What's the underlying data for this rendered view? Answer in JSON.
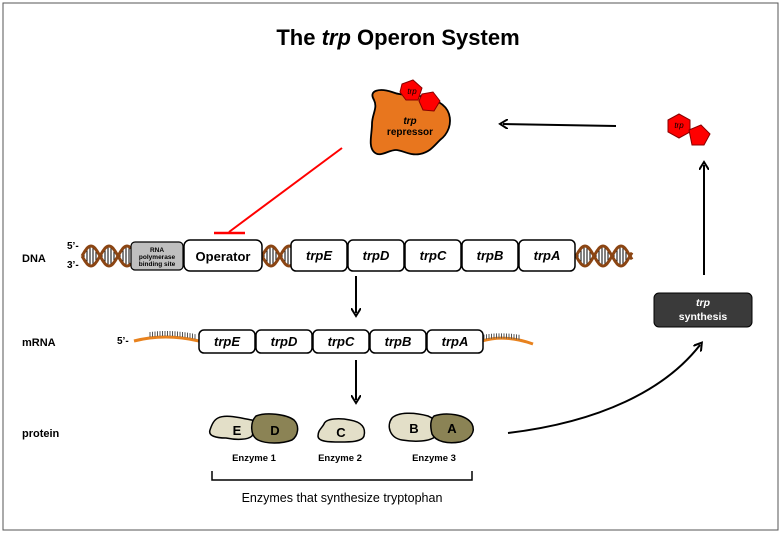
{
  "title": {
    "prefix": "The ",
    "italic": "trp",
    "suffix": " Operon System"
  },
  "colors": {
    "dna_backbone": "#8B4513",
    "dna_rungs": "#000000",
    "mrna_strand": "#E8821E",
    "repressor_fill": "#E8761E",
    "trp_fill": "#FF0000",
    "inhibition_line": "#FF0000",
    "synthesis_box": "#3A3A3A",
    "enzyme_light": "#E3DFC8",
    "enzyme_dark": "#8B8355",
    "rnap_site": "#BFBFBF"
  },
  "row_labels": {
    "dna": "DNA",
    "mrna": "mRNA",
    "protein": "protein"
  },
  "strand_labels": {
    "five_prime": "5’-",
    "three_prime": "3’-",
    "mrna_five_prime": "5’-"
  },
  "rnap_site": [
    "RNA",
    "polymerase",
    "binding site"
  ],
  "operator": "Operator",
  "dna_genes": [
    "trpE",
    "trpD",
    "trpC",
    "trpB",
    "trpA"
  ],
  "mrna_genes": [
    "trpE",
    "trpD",
    "trpC",
    "trpB",
    "trpA"
  ],
  "repressor": {
    "line1": "trp",
    "line2": "repressor",
    "trp_tag": "trp"
  },
  "free_trp": "trp",
  "synthesis": {
    "line1": "trp",
    "line2": "synthesis"
  },
  "enzymes": [
    {
      "name": "Enzyme 1",
      "subunits": [
        "E",
        "D"
      ]
    },
    {
      "name": "Enzyme 2",
      "subunits": [
        "C"
      ]
    },
    {
      "name": "Enzyme 3",
      "subunits": [
        "B",
        "A"
      ]
    }
  ],
  "brace_caption": "Enzymes that synthesize tryptophan"
}
